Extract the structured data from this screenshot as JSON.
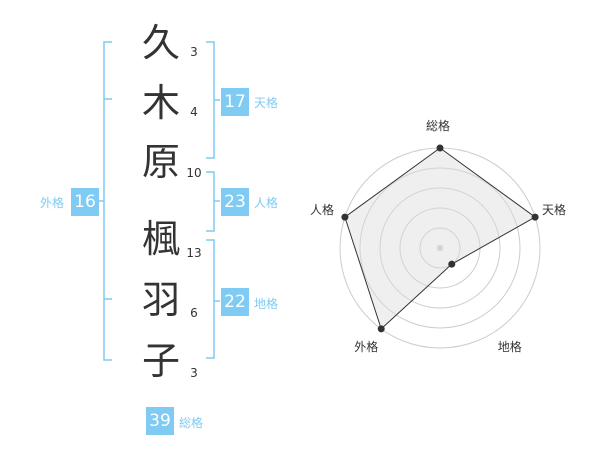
{
  "name": {
    "chars": [
      {
        "char": "久",
        "strokes": "3"
      },
      {
        "char": "木",
        "strokes": "4"
      },
      {
        "char": "原",
        "strokes": "10"
      },
      {
        "char": "楓",
        "strokes": "13"
      },
      {
        "char": "羽",
        "strokes": "6"
      },
      {
        "char": "子",
        "strokes": "3"
      }
    ]
  },
  "kaku": {
    "tenkaku": {
      "value": "17",
      "label": "天格"
    },
    "jinkaku": {
      "value": "23",
      "label": "人格"
    },
    "chikaku": {
      "value": "22",
      "label": "地格"
    },
    "gaikaku": {
      "value": "16",
      "label": "外格"
    },
    "soukaku": {
      "value": "39",
      "label": "総格"
    }
  },
  "colors": {
    "accent": "#7fcbf3",
    "line": "#7fcbf3",
    "radar_fill": "#f2f2f2",
    "grid": "#cccccc"
  },
  "chart_data": {
    "type": "radar",
    "axes": [
      "総格",
      "天格",
      "地格",
      "外格",
      "人格"
    ],
    "values": [
      5,
      5,
      1,
      5,
      5
    ],
    "max": 5,
    "rings": 5
  }
}
